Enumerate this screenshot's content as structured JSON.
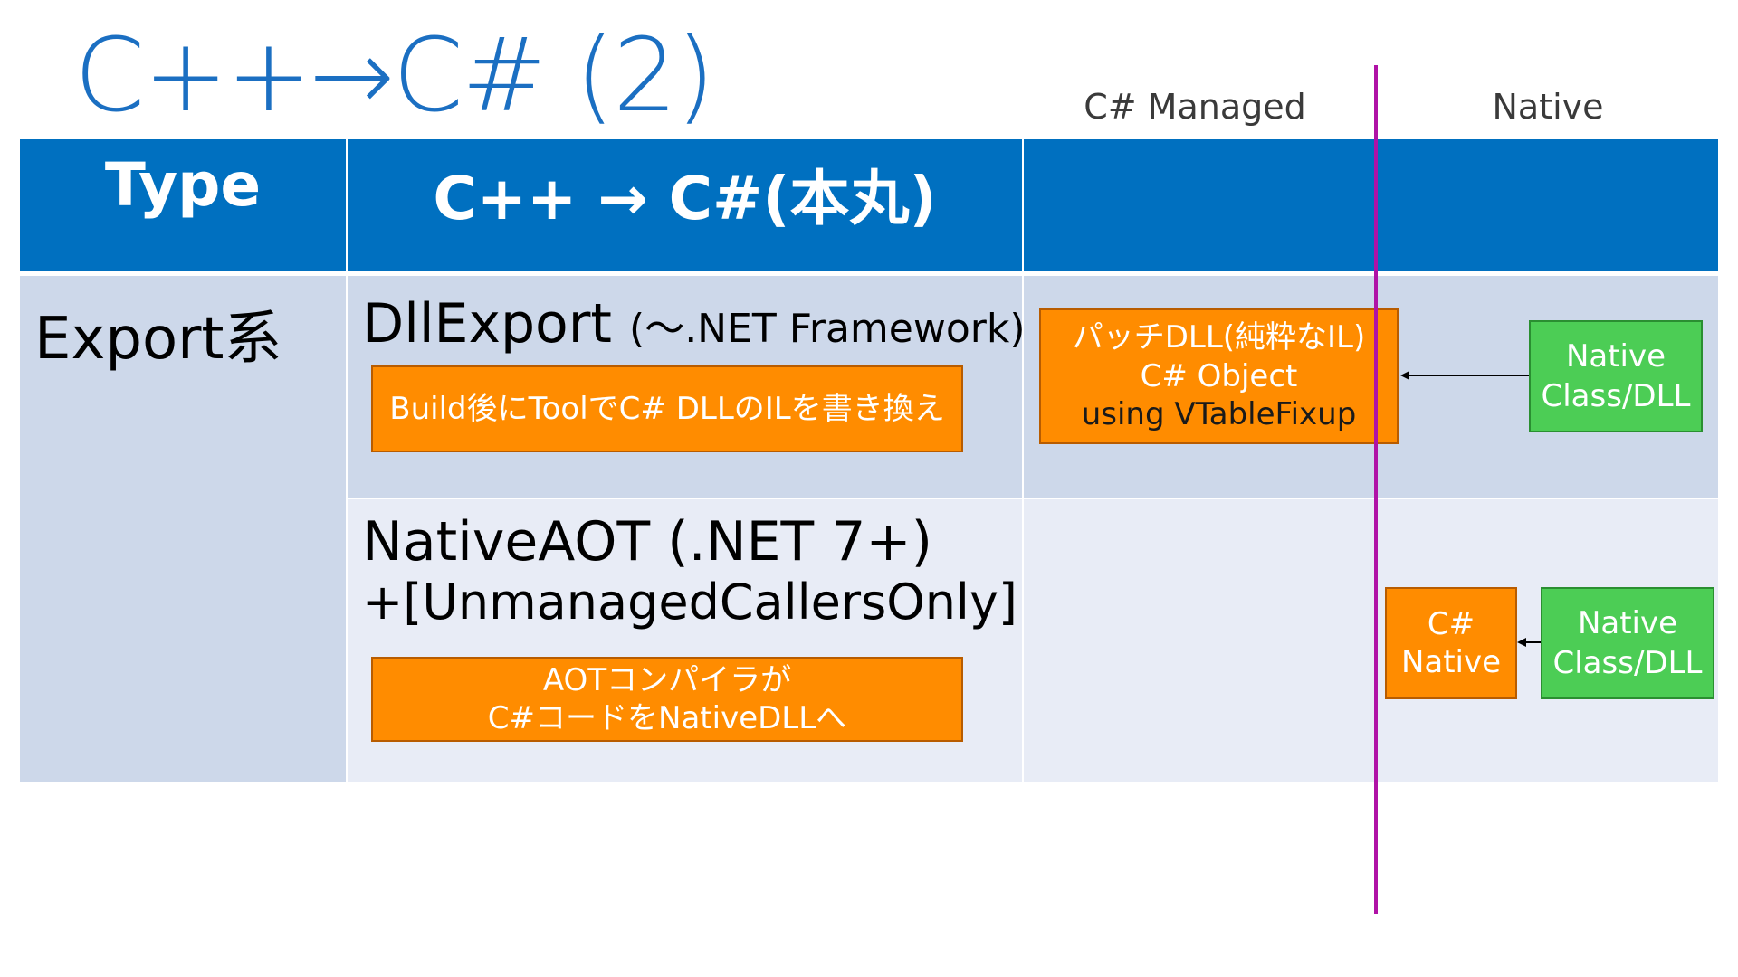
{
  "title": "C++→C# (2)",
  "zones": {
    "managed": "C# Managed",
    "native": "Native"
  },
  "header": {
    "type": "Type",
    "col2": "C++ → C#(本丸)",
    "col3": ""
  },
  "rows": [
    {
      "type": "Export系",
      "title": "DllExport",
      "title_suffix": "(～.NET Framework)",
      "note": "Build後にToolでC# DLLのILを書き換え",
      "diagram": {
        "patch_line1": "パッチDLL(純粋なIL)",
        "patch_line2": "C# Object",
        "patch_line3": "using VTableFixup",
        "native_line1": "Native",
        "native_line2": "Class/DLL"
      }
    },
    {
      "title_line1": "NativeAOT (.NET 7+)",
      "title_line2": "+[UnmanagedCallersOnly]",
      "note_line1": "AOTコンパイラが",
      "note_line2": "C#コードをNativeDLLへ",
      "diagram": {
        "csharp_line1": "C#",
        "csharp_line2": "Native",
        "native_line1": "Native",
        "native_line2": "Class/DLL"
      }
    }
  ],
  "colors": {
    "title": "#1b6fc2",
    "header": "#0070c0",
    "row_dark": "#cdd8ea",
    "row_light": "#e8ecf6",
    "orange": "#ff8c00",
    "green": "#4ccd55",
    "divider": "#b012a6"
  }
}
